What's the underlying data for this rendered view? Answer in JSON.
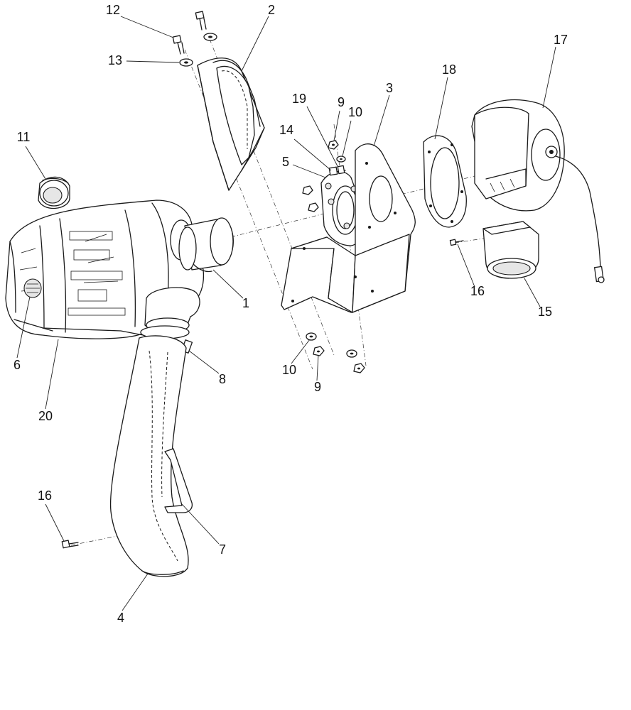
{
  "callouts": [
    {
      "id": "c12",
      "text": "12"
    },
    {
      "id": "c2",
      "text": "2"
    },
    {
      "id": "c13",
      "text": "13"
    },
    {
      "id": "c17",
      "text": "17"
    },
    {
      "id": "c18",
      "text": "18"
    },
    {
      "id": "c3",
      "text": "3"
    },
    {
      "id": "c19",
      "text": "19"
    },
    {
      "id": "c9a",
      "text": "9"
    },
    {
      "id": "c10a",
      "text": "10"
    },
    {
      "id": "c14",
      "text": "14"
    },
    {
      "id": "c11",
      "text": "11"
    },
    {
      "id": "c5",
      "text": "5"
    },
    {
      "id": "c1",
      "text": "1"
    },
    {
      "id": "c16a",
      "text": "16"
    },
    {
      "id": "c15",
      "text": "15"
    },
    {
      "id": "c6",
      "text": "6"
    },
    {
      "id": "c8",
      "text": "8"
    },
    {
      "id": "c10b",
      "text": "10"
    },
    {
      "id": "c9b",
      "text": "9"
    },
    {
      "id": "c20",
      "text": "20"
    },
    {
      "id": "c16b",
      "text": "16"
    },
    {
      "id": "c7",
      "text": "7"
    },
    {
      "id": "c4",
      "text": "4"
    }
  ]
}
